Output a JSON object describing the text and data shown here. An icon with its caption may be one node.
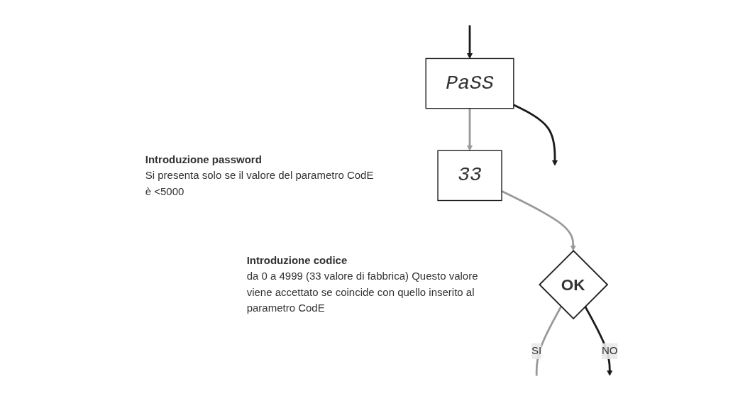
{
  "diagram": {
    "nodes": [
      {
        "text": [
          "PaSS"
        ],
        "beside": [
          "Introduzione password",
          "Si presenta solo se il valore del parametro CodE è <5000"
        ]
      },
      {
        "text": [
          "33"
        ],
        "beside": [
          "Introduzione codice",
          "da 0 a 4999 (33 valore di fabbrica) Questo valore viene accettato se coincide con quello inserito al parametro CodE"
        ]
      },
      {
        "text": [
          "OK"
        ]
      }
    ],
    "edges": [
      {
        "from": null,
        "to": 0,
        "arrow": "to"
      },
      {
        "from": 0,
        "to": 1,
        "arrow": "to",
        "color": "#999999"
      },
      {
        "from": 1,
        "to": 2,
        "arrow": "to",
        "color": "#999999"
      },
      {
        "from": 2,
        "to": null,
        "arrow": "none",
        "label": "SI",
        "color": "#999999"
      },
      {
        "from": 2,
        "to": null,
        "arrow": "to",
        "label": "NO"
      },
      {
        "from": 0,
        "to": null,
        "arrow": "to"
      }
    ]
  }
}
